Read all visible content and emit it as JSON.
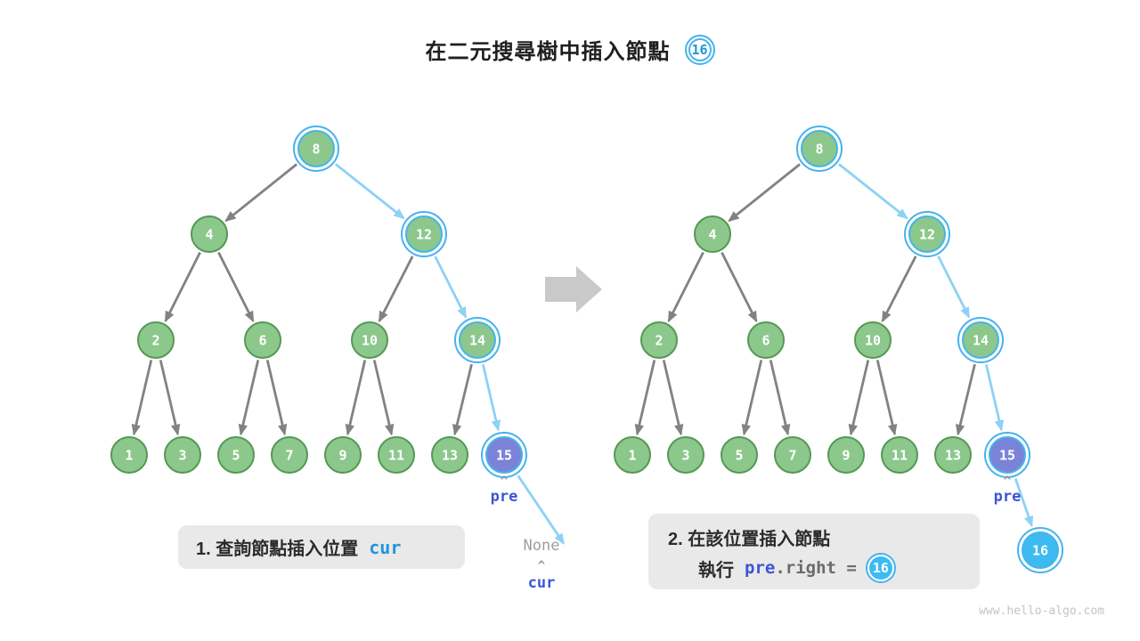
{
  "title": {
    "text": "在二元搜尋樹中插入節點",
    "badge": "16"
  },
  "tree": {
    "values": {
      "1": "1",
      "2": "2",
      "3": "3",
      "4": "4",
      "5": "5",
      "6": "6",
      "7": "7",
      "8": "8",
      "9": "9",
      "10": "10",
      "11": "11",
      "12": "12",
      "13": "13",
      "14": "14",
      "15": "15",
      "16": "16"
    },
    "edges_plain": [
      [
        "8",
        "4"
      ],
      [
        "4",
        "2"
      ],
      [
        "4",
        "6"
      ],
      [
        "2",
        "1"
      ],
      [
        "2",
        "3"
      ],
      [
        "6",
        "5"
      ],
      [
        "6",
        "7"
      ],
      [
        "12",
        "10"
      ],
      [
        "10",
        "9"
      ],
      [
        "10",
        "11"
      ],
      [
        "14",
        "13"
      ]
    ],
    "edges_path": [
      [
        "8",
        "12"
      ],
      [
        "12",
        "14"
      ],
      [
        "14",
        "15"
      ]
    ],
    "search_path": [
      "8",
      "12",
      "14",
      "15"
    ],
    "pre_node": "15",
    "inserted_node": "16"
  },
  "labels": {
    "pre": "pre",
    "cur": "cur",
    "none": "None",
    "caret": "^"
  },
  "captions": {
    "step1_text": "1. 查詢節點插入位置",
    "step1_code": "cur",
    "step2_line1": "2. 在該位置插入節點",
    "step2_exec": "執行",
    "step2_code_pre": "pre",
    "step2_code_rest": ".right =",
    "step2_badge": "16"
  },
  "watermark": "www.hello-algo.com",
  "colors": {
    "node_fill": "#8CC88C",
    "node_border": "#569856",
    "node_text": "#FFFFFF",
    "pre_node_fill": "#7B83D9",
    "new_node_fill": "#3DBBF0",
    "ring": "#45B3EC",
    "edge": "#828282",
    "edge_highlight": "#8ED1F6",
    "label_blue": "#3B55D6",
    "code_blue": "#2196D9",
    "muted": "#9E9E9E",
    "box_bg": "#E9E9E9",
    "transition_arrow": "#C9C9C9"
  }
}
